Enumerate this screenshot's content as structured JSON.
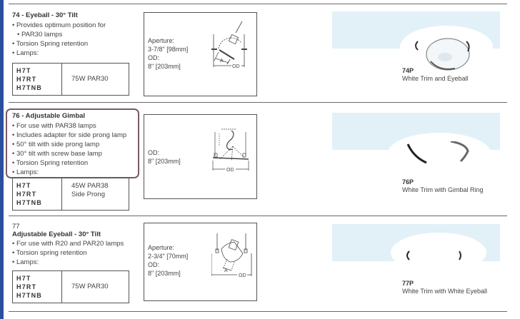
{
  "accent_colors": {
    "side_bar": "#2b4f9e",
    "photo_background": "#e2f1f8",
    "highlight_border": "#7a5a6a"
  },
  "products": [
    {
      "title": "74 - Eyeball - 30° Tilt",
      "bullets": [
        "Provides optimum position for",
        "PAR30 lamps",
        "Torsion Spring retention",
        "Lamps:"
      ],
      "lamp_codes": [
        "H7T",
        "H7RT",
        "H7TNB"
      ],
      "lamp_spec": [
        "75W PAR30"
      ],
      "dimensions": {
        "aperture_label": "Aperture:",
        "aperture_value": "3-7/8\" [98mm]",
        "od_label": "OD:",
        "od_value": "8\" [203mm]"
      },
      "drawing_labels": {
        "a": "A",
        "od": "OD"
      },
      "photo": {
        "code": "74P",
        "description": "White Trim and Eyeball"
      }
    },
    {
      "title": "76 - Adjustable Gimbal",
      "bullets": [
        "For use with PAR38 lamps",
        "Includes adapter for side prong lamp",
        "50° tilt with side prong lamp",
        "30° tilt with screw base lamp",
        "Torsion Spring retention",
        "Lamps:"
      ],
      "lamp_codes": [
        "H7T",
        "H7RT",
        "H7TNB"
      ],
      "lamp_spec": [
        "45W PAR38",
        "Side Prong"
      ],
      "dimensions": {
        "od_label": "OD:",
        "od_value": "8\" [203mm]"
      },
      "drawing_labels": {
        "od": "OD"
      },
      "photo": {
        "code": "76P",
        "description": "White Trim with Gimbal Ring"
      }
    },
    {
      "number": "77",
      "title": "Adjustable Eyeball - 30° Tilt",
      "bullets": [
        "For use with R20 and PAR20 lamps",
        "Torsion spring retention",
        "Lamps:"
      ],
      "lamp_codes": [
        "H7T",
        "H7RT",
        "H7TNB"
      ],
      "lamp_spec": [
        "75W PAR30"
      ],
      "dimensions": {
        "aperture_label": "Aperture:",
        "aperture_value": "2-3/4\" [70mm]",
        "od_label": "OD:",
        "od_value": "8\" [203mm]"
      },
      "drawing_labels": {
        "a": "A",
        "od": "OD"
      },
      "photo": {
        "code": "77P",
        "description": "White Trim with White Eyeball"
      }
    }
  ]
}
